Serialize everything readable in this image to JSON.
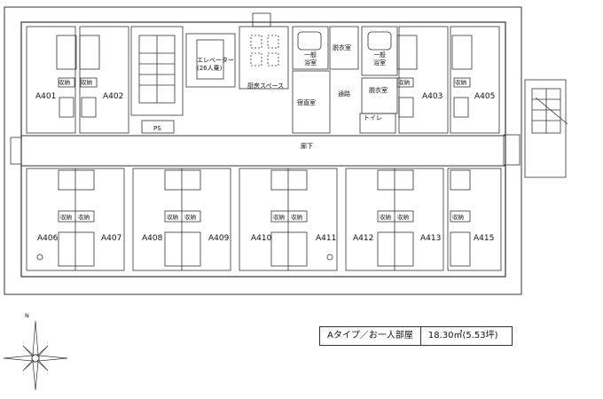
{
  "rooms": {
    "north": [
      "A401",
      "A402",
      "A403",
      "A405"
    ],
    "south": [
      "A406",
      "A407",
      "A408",
      "A409",
      "A410",
      "A411",
      "A412",
      "A413",
      "A415"
    ]
  },
  "labels": {
    "storage": "収納",
    "elevator": "エレベーター",
    "elevator_capacity": "(26人乗)",
    "kitchen": "厨房スペース",
    "night_duty": "宿直室",
    "bath": "一般",
    "bath2": "浴室",
    "dressing": "脱衣室",
    "passage": "通路",
    "toilet": "トイレ",
    "corridor": "廊下",
    "ps": "PS",
    "north": "N"
  },
  "legend": {
    "type_label": "Aタイプ／お一人部屋",
    "area": "18.30㎡(5.53坪)"
  },
  "colors": {
    "line": "#333333",
    "bg": "#ffffff"
  }
}
